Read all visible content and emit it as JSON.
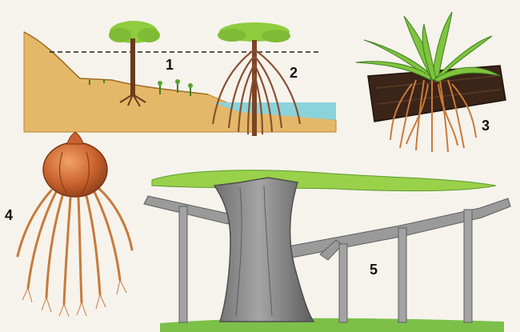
{
  "labels": {
    "n1": "1",
    "n2": "2",
    "n3": "3",
    "n4": "4",
    "n5": "5"
  },
  "palette": {
    "background": "#f6f3ec",
    "soil": "#e0b35c",
    "soil_dark": "#c58f3a",
    "water": "#7fd0d8",
    "leaf": "#8fcc3e",
    "leaf_dark": "#5a9a2a",
    "root": "#c9773a",
    "bark": "#8a8a8a",
    "bark_dark": "#5e5e5e",
    "bulb": "#c9622e",
    "grass": "#7cc04a",
    "log": "#3a2418"
  }
}
